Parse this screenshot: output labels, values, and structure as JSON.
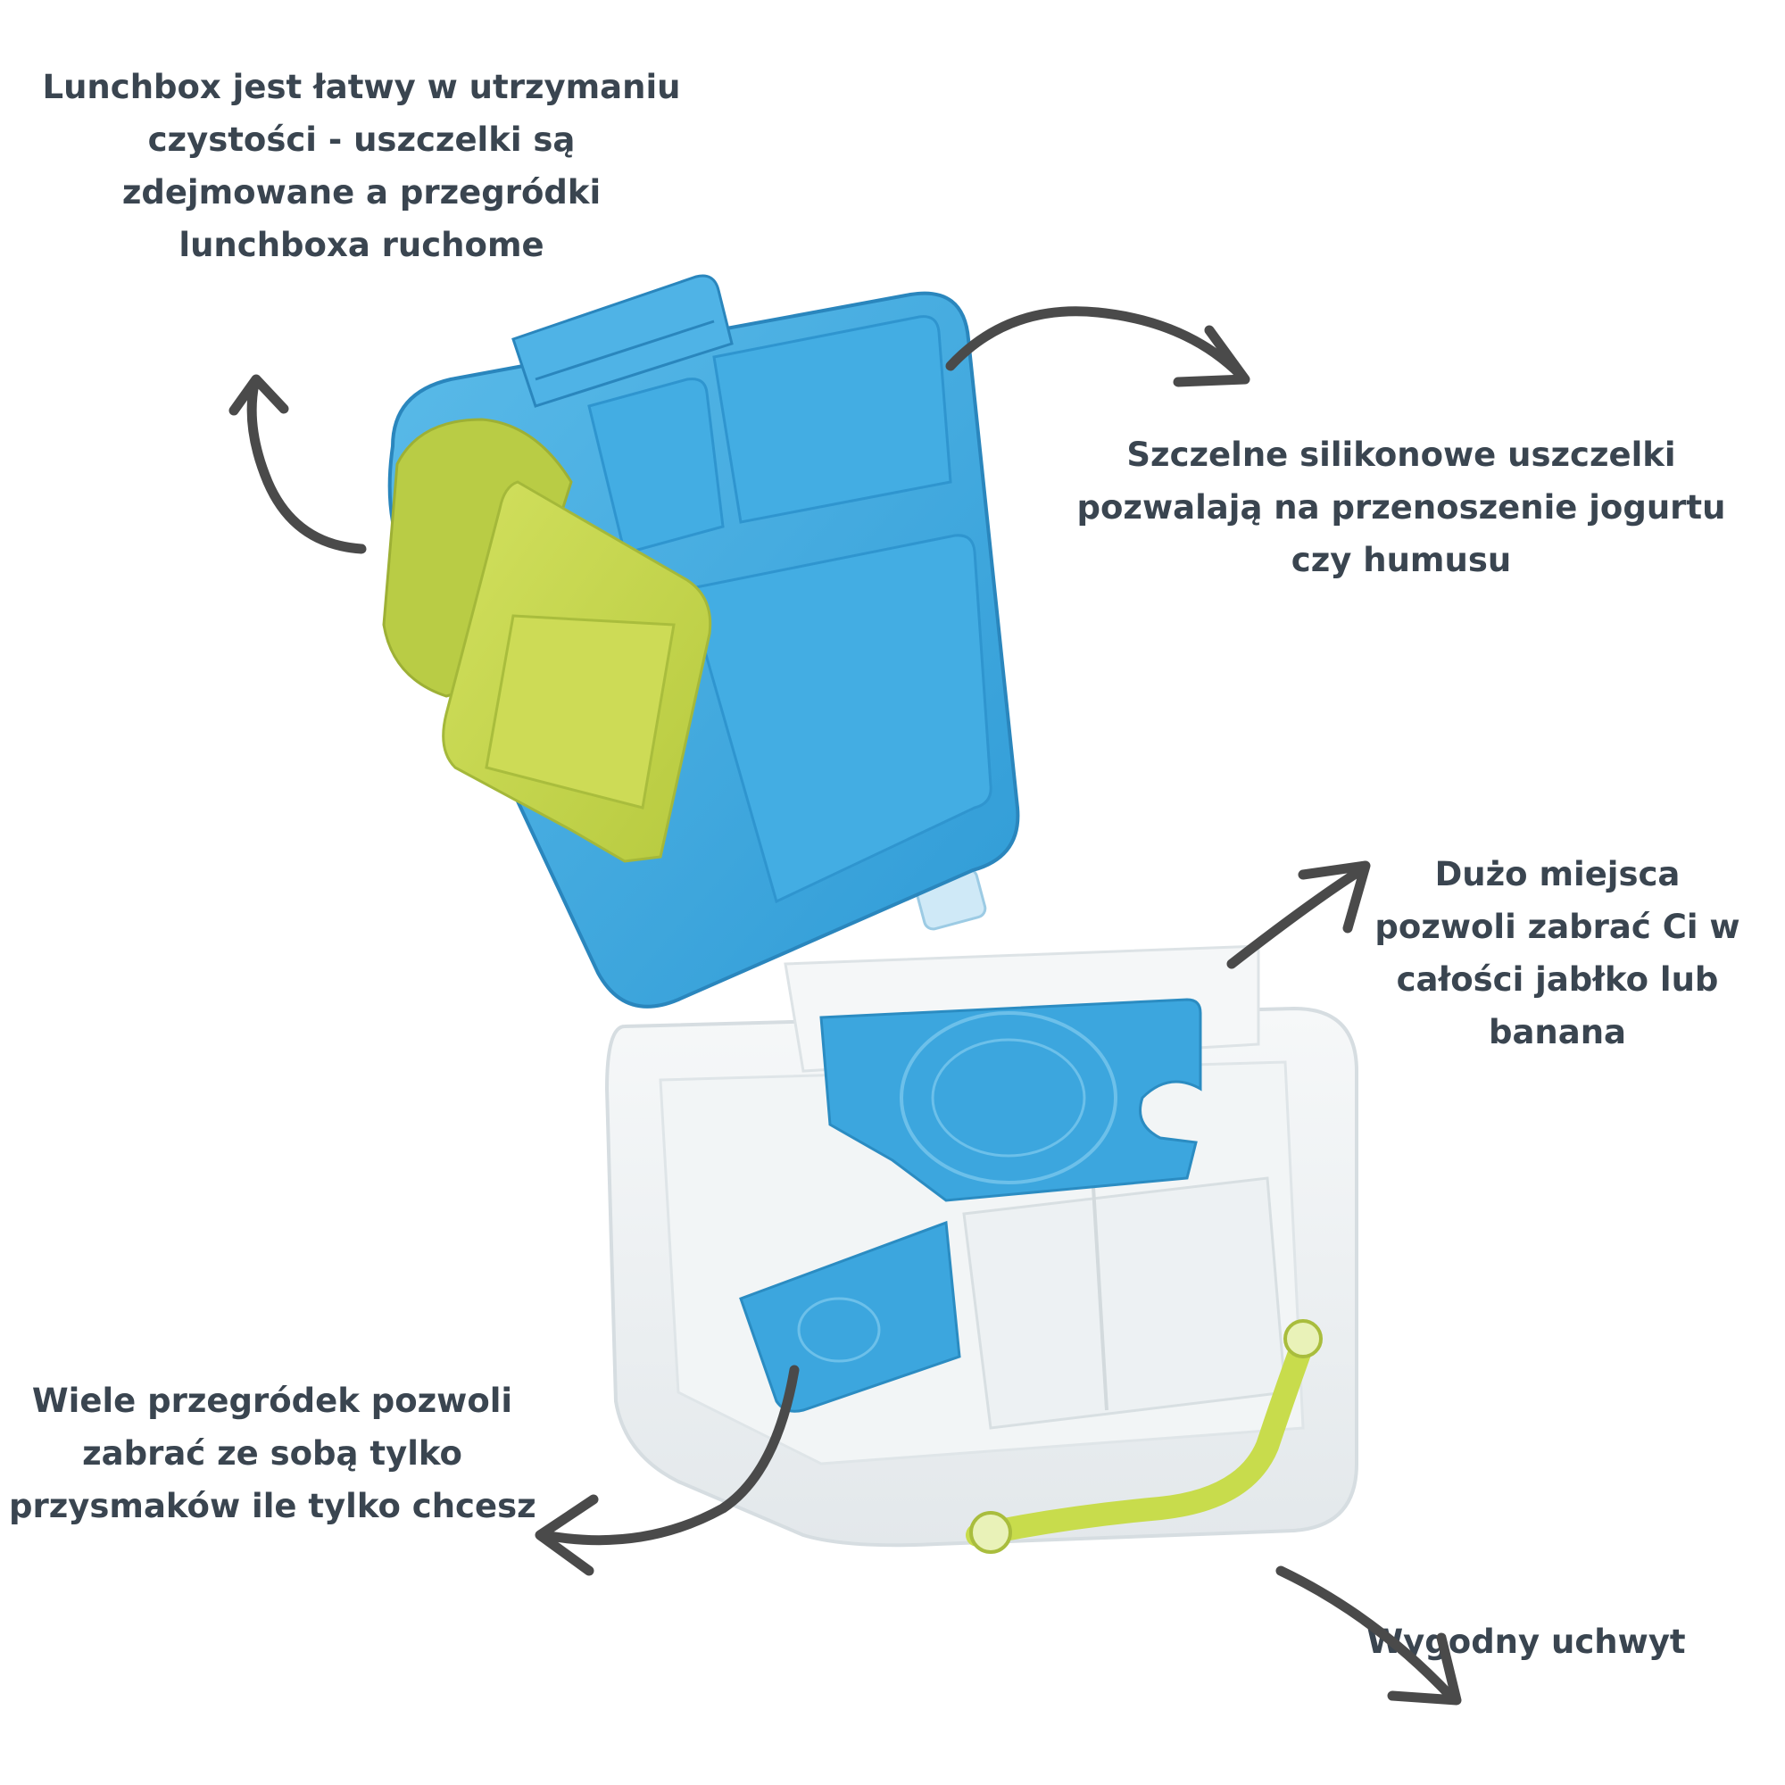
{
  "captions": {
    "cleaning": [
      "Lunchbox jest łatwy w utrzymaniu",
      "czystości - uszczelki są",
      "zdejmowane a przegródki",
      "lunchboxa ruchome"
    ],
    "seals": [
      "Szczelne silikonowe uszczelki",
      "pozwalają na przenoszenie jogurtu",
      "czy humusu"
    ],
    "space": [
      "Dużo miejsca",
      "pozwoli zabrać Ci w",
      "całości jabłko lub",
      "banana"
    ],
    "compartments": [
      "Wiele przegródek pozwoli",
      "zabrać ze sobą tylko",
      "przysmaków ile tylko chcesz"
    ],
    "handle": [
      "Wygodny uchwyt"
    ]
  },
  "colors": {
    "text": "#3a4550",
    "arrow": "#4a4a4a",
    "lid_blue": "#3fa9e0",
    "insert_lime": "#c6d84f",
    "clear_tray": "#eef1f3"
  }
}
